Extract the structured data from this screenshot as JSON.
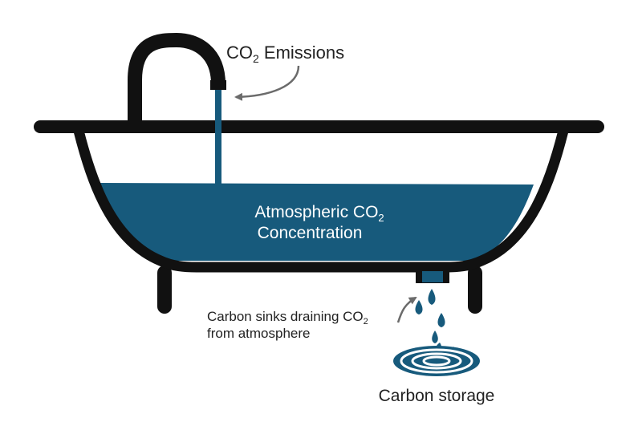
{
  "labels": {
    "emissions": {
      "prefix": "CO",
      "sub": "2",
      "suffix": " Emissions"
    },
    "concentration": {
      "line1_prefix": "Atmospheric CO",
      "line1_sub": "2",
      "line2": "Concentration"
    },
    "sinks": {
      "line1_prefix": "Carbon sinks draining CO",
      "line1_sub": "2",
      "line2": "from atmosphere"
    },
    "storage": "Carbon storage"
  },
  "colors": {
    "water": "#175a7c",
    "outline": "#111111",
    "arrow": "#6b6b6b",
    "text": "#222222"
  }
}
